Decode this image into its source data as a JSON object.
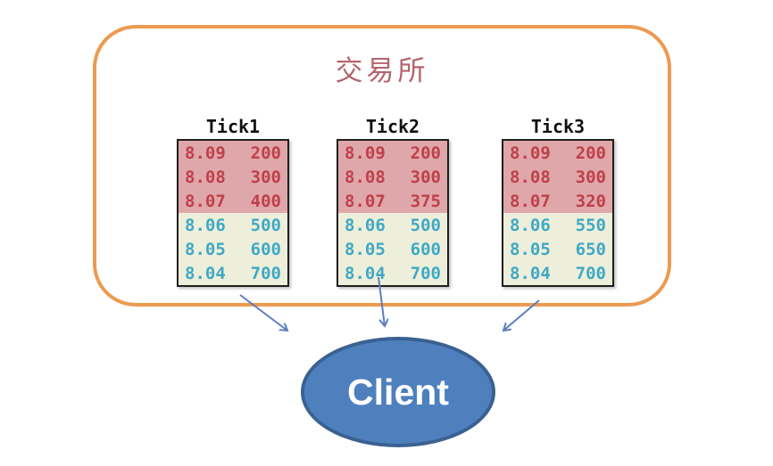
{
  "exchange": {
    "title": "交易所"
  },
  "tables": [
    {
      "label": "Tick1",
      "asks": [
        {
          "price": "8.09",
          "volume": "200"
        },
        {
          "price": "8.08",
          "volume": "300"
        },
        {
          "price": "8.07",
          "volume": "400"
        }
      ],
      "bids": [
        {
          "price": "8.06",
          "volume": "500"
        },
        {
          "price": "8.05",
          "volume": "600"
        },
        {
          "price": "8.04",
          "volume": "700"
        }
      ]
    },
    {
      "label": "Tick2",
      "asks": [
        {
          "price": "8.09",
          "volume": "200"
        },
        {
          "price": "8.08",
          "volume": "300"
        },
        {
          "price": "8.07",
          "volume": "375"
        }
      ],
      "bids": [
        {
          "price": "8.06",
          "volume": "500"
        },
        {
          "price": "8.05",
          "volume": "600"
        },
        {
          "price": "8.04",
          "volume": "700"
        }
      ]
    },
    {
      "label": "Tick3",
      "asks": [
        {
          "price": "8.09",
          "volume": "200"
        },
        {
          "price": "8.08",
          "volume": "300"
        },
        {
          "price": "8.07",
          "volume": "320"
        }
      ],
      "bids": [
        {
          "price": "8.06",
          "volume": "550"
        },
        {
          "price": "8.05",
          "volume": "650"
        },
        {
          "price": "8.04",
          "volume": "700"
        }
      ]
    }
  ],
  "client": {
    "label": "Client"
  },
  "connections": [
    {
      "from": "Tick1",
      "to": "Client"
    },
    {
      "from": "Tick2",
      "to": "Client"
    },
    {
      "from": "Tick3",
      "to": "Client"
    }
  ],
  "colors": {
    "orange_border": "#EC9A51",
    "title_text": "#B4646E",
    "ask_bg": "#E0A7AB",
    "ask_text": "#BE4049",
    "bid_bg": "#EDEFDB",
    "bid_text": "#3FA8C6",
    "table_border": "#1F1F1F",
    "arrow": "#5B7FBE",
    "client_fill": "#4E80BD",
    "client_border": "#3A6191",
    "client_text": "#FFFFFF"
  }
}
